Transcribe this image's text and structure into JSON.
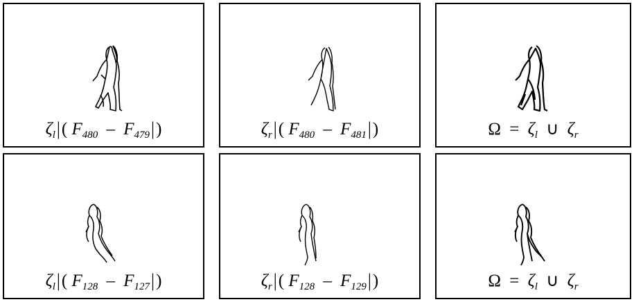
{
  "panels": [
    {
      "name": "lr-diff-480-479",
      "cap": {
        "sym": "ζ",
        "side": "l",
        "open": "(",
        "F1": "F",
        "s1": "480",
        "minus": "–",
        "F2": "F",
        "s2": "479",
        "close": ")"
      }
    },
    {
      "name": "lr-diff-480-481",
      "cap": {
        "sym": "ζ",
        "side": "r",
        "open": "(",
        "F1": "F",
        "s1": "480",
        "minus": "–",
        "F2": "F",
        "s2": "481",
        "close": ")"
      }
    },
    {
      "name": "union-480",
      "union": {
        "omega": "Ω",
        "eq": "=",
        "z1": "ζ",
        "s1": "l",
        "cup": "∪",
        "z2": "ζ",
        "s2": "r"
      }
    },
    {
      "name": "lr-diff-128-127",
      "cap": {
        "sym": "ζ",
        "side": "l",
        "open": "(",
        "F1": "F",
        "s1": "128",
        "minus": "–",
        "F2": "F",
        "s2": "127",
        "close": ")"
      }
    },
    {
      "name": "lr-diff-128-129",
      "cap": {
        "sym": "ζ",
        "side": "r",
        "open": "(",
        "F1": "F",
        "s1": "128",
        "minus": "–",
        "F2": "F",
        "s2": "129",
        "close": ")"
      }
    },
    {
      "name": "union-128",
      "union": {
        "omega": "Ω",
        "eq": "=",
        "z1": "ζ",
        "s1": "l",
        "cup": "∪",
        "z2": "ζ",
        "s2": "r"
      }
    }
  ]
}
